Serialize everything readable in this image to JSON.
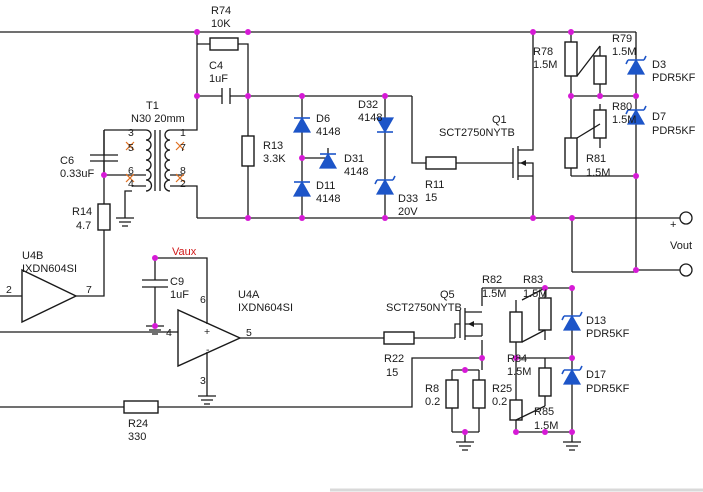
{
  "labels": {
    "R74_ref": "R74",
    "R74_val": "10K",
    "C4_ref": "C4",
    "C4_val": "1uF",
    "T1_ref": "T1",
    "T1_val": "N30 20mm",
    "C6_ref": "C6",
    "C6_val": "0.33uF",
    "R14_ref": "R14",
    "R14_val": "4.7",
    "R13_ref": "R13",
    "R13_val": "3.3K",
    "D6_ref": "D6",
    "D6_val": "4148",
    "D31_ref": "D31",
    "D31_val": "4148",
    "D11_ref": "D11",
    "D11_val": "4148",
    "D32_ref": "D32",
    "D32_val": "4148",
    "D33_ref": "D33",
    "D33_val": "20V",
    "R11_ref": "R11",
    "R11_val": "15",
    "Q1_ref": "Q1",
    "Q1_val": "SCT2750NYTB",
    "R78_ref": "R78",
    "R78_val": "1.5M",
    "R79_ref": "R79",
    "R79_val": "1.5M",
    "D3_ref": "D3",
    "D3_val": "PDR5KF",
    "R80_ref": "R80",
    "R80_val": "1.5M",
    "D7_ref": "D7",
    "D7_val": "PDR5KF",
    "R81_ref": "R81",
    "R81_val": "1.5M",
    "U4B_ref": "U4B",
    "U4B_val": "IXDN604SI",
    "U4A_ref": "U4A",
    "U4A_val": "IXDN604SI",
    "C9_ref": "C9",
    "C9_val": "1uF",
    "vaux": "Vaux",
    "Q5_ref": "Q5",
    "Q5_val": "SCT2750NYTB",
    "R82_ref": "R82",
    "R82_val": "1.5M",
    "R83_ref": "R83",
    "R83_val": "1.5M",
    "D13_ref": "D13",
    "D13_val": "PDR5KF",
    "R84_ref": "R84",
    "R84_val": "1.5M",
    "D17_ref": "D17",
    "D17_val": "PDR5KF",
    "R85_ref": "R85",
    "R85_val": "1.5M",
    "R22_ref": "R22",
    "R22_val": "15",
    "R8_ref": "R8",
    "R8_val": "0.2",
    "R25_ref": "R25",
    "R25_val": "0.2",
    "R24_ref": "R24",
    "R24_val": "330",
    "vout": "Vout"
  },
  "pins": {
    "t1_p3": "3",
    "t1_p5": "5",
    "t1_p4": "4",
    "t1_p6": "6",
    "t1_p1": "1",
    "t1_p7": "7",
    "t1_p8": "8",
    "t1_p2": "2",
    "u4b_in": "2",
    "u4b_out": "7",
    "u4a_vcc": "6",
    "u4a_in": "4",
    "u4a_out": "5",
    "u4a_gnd": "3",
    "u4a_plus": "+",
    "u4a_minus": "-"
  },
  "colors": {
    "wire": "#1a1a1a",
    "diode": "#1d55c8",
    "junction": "#d61ad6",
    "vaux": "#d11a1a",
    "nc_mark": "#e07020"
  }
}
